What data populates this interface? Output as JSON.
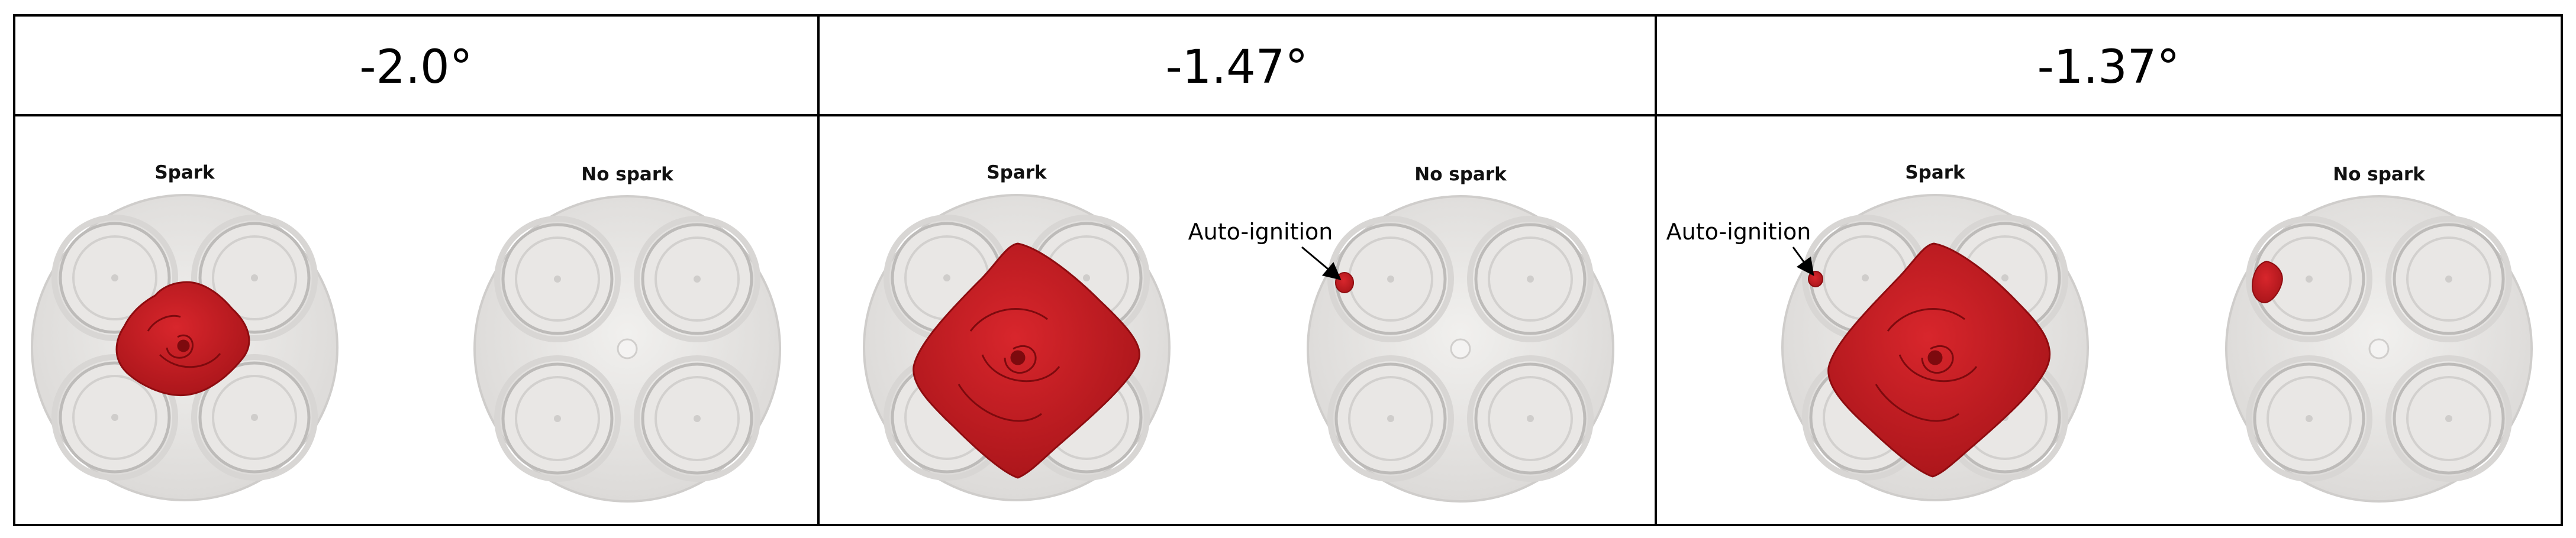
{
  "panels": [
    {
      "header": "-2.0°",
      "left_label": "Spark",
      "right_label": "No spark",
      "annotation": ""
    },
    {
      "header": "-1.47°",
      "left_label": "Spark",
      "right_label": "No spark",
      "annotation": "Auto-ignition"
    },
    {
      "header": "-1.37°",
      "left_label": "Spark",
      "right_label": "No spark",
      "annotation": "Auto-ignition"
    }
  ],
  "colors": {
    "flame": "#c81e24",
    "flame_dark": "#8e0c10",
    "chamber": "#e7e5e3",
    "chamber_edge": "#c9c7c5",
    "border": "#000000"
  }
}
